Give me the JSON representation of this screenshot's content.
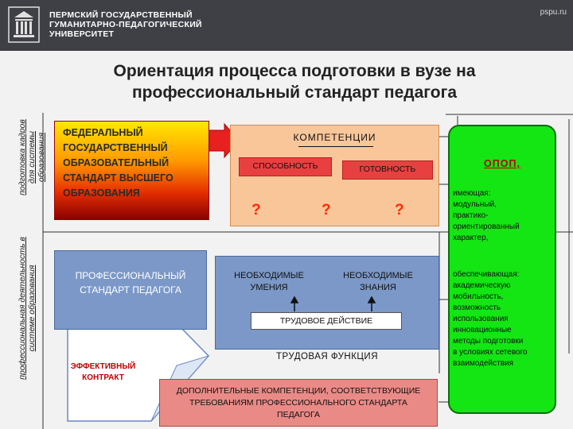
{
  "header": {
    "university_lines": [
      "ПЕРМСКИЙ ГОСУДАРСТВЕННЫЙ",
      "ГУМАНИТАРНО-ПЕДАГОГИЧЕСКИЙ",
      "УНИВЕРСИТЕТ"
    ],
    "site": "pspu.ru"
  },
  "title_lines": [
    "Ориентация процесса подготовки в вузе на",
    "профессиональный стандарт педагога"
  ],
  "side_labels": {
    "top": [
      "подготовка кадров",
      "для системы",
      "образования"
    ],
    "bottom": [
      "профессиональная деятельность в",
      "системе образования"
    ]
  },
  "fgos": {
    "lines": [
      "ФЕДЕРАЛЬНЫЙ",
      "ГОСУДАРСТВЕННЫЙ",
      "ОБРАЗОВАТЕЛЬНЫЙ",
      "СТАНДАРТ ВЫСШЕГО",
      "ОБРАЗОВАНИЯ"
    ]
  },
  "prof_standard": {
    "lines": [
      "ПРОФЕССИОНАЛЬНЫЙ",
      "СТАНДАРТ ПЕДАГОГА"
    ]
  },
  "competencies": {
    "title": "КОМПЕТЕНЦИИ",
    "ability": "СПОСОБНОСТЬ",
    "readiness": "ГОТОВНОСТЬ",
    "question": "?"
  },
  "needs": {
    "skills": [
      "НЕОБХОДИМЫЕ",
      "УМЕНИЯ"
    ],
    "knowledge": [
      "НЕОБХОДИМЫЕ",
      "ЗНАНИЯ"
    ],
    "action": "ТРУДОВОЕ ДЕЙСТВИЕ",
    "function": "ТРУДОВАЯ ФУНКЦИЯ"
  },
  "contract": {
    "lines": [
      "ЭФФЕКТИВНЫЙ",
      "КОНТРАКТ"
    ]
  },
  "additional": {
    "lines": [
      "ДОПОЛНИТЕЛЬНЫЕ КОМПЕТЕНЦИИ, СООТВЕТСТВУЮЩИЕ",
      "ТРЕБОВАНИЯМ ПРОФЕССИОНАЛЬНОГО СТАНДАРТА",
      "ПЕДАГОГА"
    ]
  },
  "opop": {
    "title": "ОПОП,",
    "lines_a": [
      "имеющая:",
      "модульный,",
      "практико-",
      "ориентированный",
      "характер,"
    ],
    "lines_b": [
      "обеспечивающая:",
      "академическую",
      "мобильность,",
      "возможность",
      "использования",
      "инновационные",
      "методы подготовки",
      "в условиях сетевого",
      "взаимодействия"
    ]
  },
  "colors": {
    "header": "#3f3f46",
    "competence_fill": "#f9c69a",
    "blue_fill": "#7b98c8",
    "opop_fill": "#13e613",
    "additional_fill": "#ea8a87",
    "question": "#ff2a00"
  }
}
